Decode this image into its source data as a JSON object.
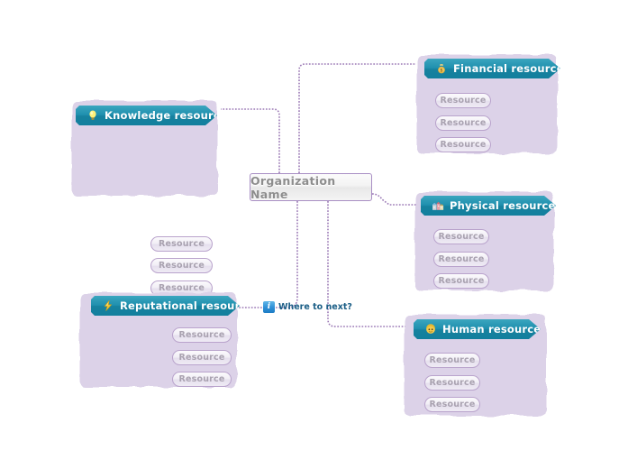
{
  "canvas": {
    "background": "#ffffff",
    "card_fill": "#dcd2e8",
    "header_teal": "#1f8fae",
    "connector_purple": "#9b79b5",
    "pill_border": "#b9a3cc"
  },
  "central": {
    "label": "Organization Name"
  },
  "callout": {
    "icon": "info-icon",
    "icon_glyph": "i",
    "label": "Where to next?"
  },
  "branches": [
    {
      "id": "knowledge",
      "label": "Knowledge resources",
      "icon": "lightbulb-icon",
      "side": "left",
      "resources": [
        {
          "label": "Resource"
        },
        {
          "label": "Resource"
        },
        {
          "label": "Resource"
        }
      ]
    },
    {
      "id": "financial",
      "label": "Financial resources",
      "icon": "money-bag-icon",
      "side": "right",
      "resources": [
        {
          "label": "Resource"
        },
        {
          "label": "Resource"
        },
        {
          "label": "Resource"
        }
      ]
    },
    {
      "id": "physical",
      "label": "Physical resources",
      "icon": "buildings-icon",
      "side": "right",
      "resources": [
        {
          "label": "Resource"
        },
        {
          "label": "Resource"
        },
        {
          "label": "Resource"
        }
      ]
    },
    {
      "id": "reputational",
      "label": "Reputational resources",
      "icon": "lightning-icon",
      "side": "left",
      "resources": [
        {
          "label": "Resource"
        },
        {
          "label": "Resource"
        },
        {
          "label": "Resource"
        }
      ]
    },
    {
      "id": "human",
      "label": "Human resources",
      "icon": "person-icon",
      "side": "right",
      "resources": [
        {
          "label": "Resource"
        },
        {
          "label": "Resource"
        },
        {
          "label": "Resource"
        }
      ]
    }
  ]
}
